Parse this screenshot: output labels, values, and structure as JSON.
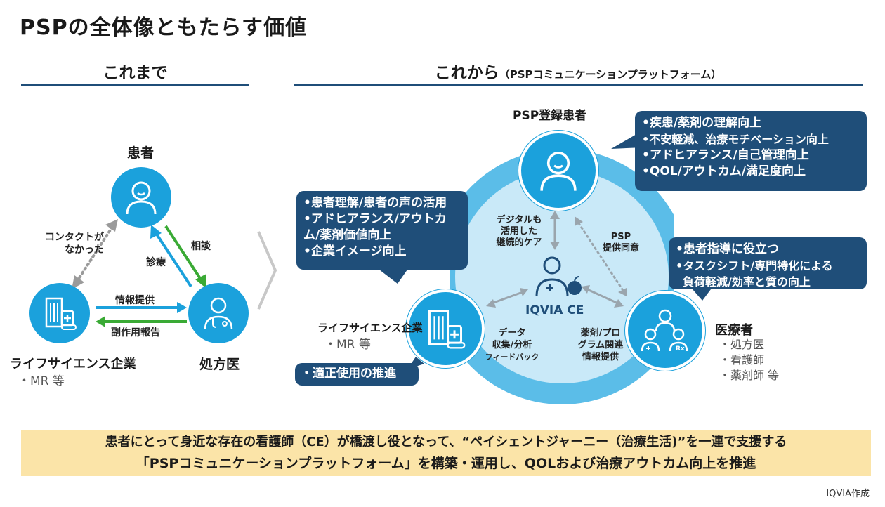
{
  "title": "PSPの全体像ともたらす価値",
  "before": {
    "heading": "これまで",
    "patient": "患者",
    "prescriber": "処方医",
    "company": "ライフサイエンス企業",
    "company_sub": "・MR 等",
    "no_contact": [
      "コンタクトが",
      "なかった"
    ],
    "consult": "相談",
    "diagnosis": "診療",
    "info_provide": "情報提供",
    "side_effect": "副作用報告"
  },
  "after": {
    "heading": "これから",
    "heading_sub": "（PSPコミュニケーションプラットフォーム）",
    "patient": "PSP登録患者",
    "center": "IQVIA CE",
    "company": "ライフサイエンス企業",
    "company_sub": "・MR 等",
    "medical": "医療者",
    "medical_subs": [
      "・処方医",
      "・看護師",
      "・薬剤師 等"
    ],
    "digital_care": [
      "デジタルも",
      "活用した",
      "継続的ケア"
    ],
    "psp_consent": [
      "PSP",
      "提供同意"
    ],
    "data_collect": [
      "データ",
      "収集/分析",
      "フィードバック"
    ],
    "drug_info": [
      "薬剤/プロ",
      "グラム関連",
      "情報提供"
    ],
    "callout_patient": [
      "•疾患/薬剤の理解向上",
      "•不安軽減、治療モチベーション向上",
      "•アドヒアランス/自己管理向上",
      "•QOL/アウトカム/満足度向上"
    ],
    "callout_company": [
      "•患者理解/患者の声の活用",
      "•アドヒアランス/アウトカ",
      "ム/薬剤価値向上",
      "•企業イメージ向上"
    ],
    "callout_medical": [
      "•患者指導に役立つ",
      "•タスクシフト/専門特化による",
      "負荷軽減/効率と質の向上"
    ],
    "callout_proper": "・適正使用の推進"
  },
  "bottom": {
    "line1": "患者にとって身近な存在の看護師（CE）が橋渡し役となって、“ペイシェントジャーニー（治療生活)”を一連で支援する",
    "line2": "「PSPコミュニケーションプラットフォーム」を構築・運用し、QOLおよび治療アウトカム向上を推進"
  },
  "credit": "IQVIA作成",
  "colors": {
    "accent": "#1ba1dc",
    "navy": "#1f4e79",
    "green": "#3aaa35",
    "band": "#fbe4a8",
    "ring": "#5bbde8",
    "inner": "#c9e9f8"
  }
}
